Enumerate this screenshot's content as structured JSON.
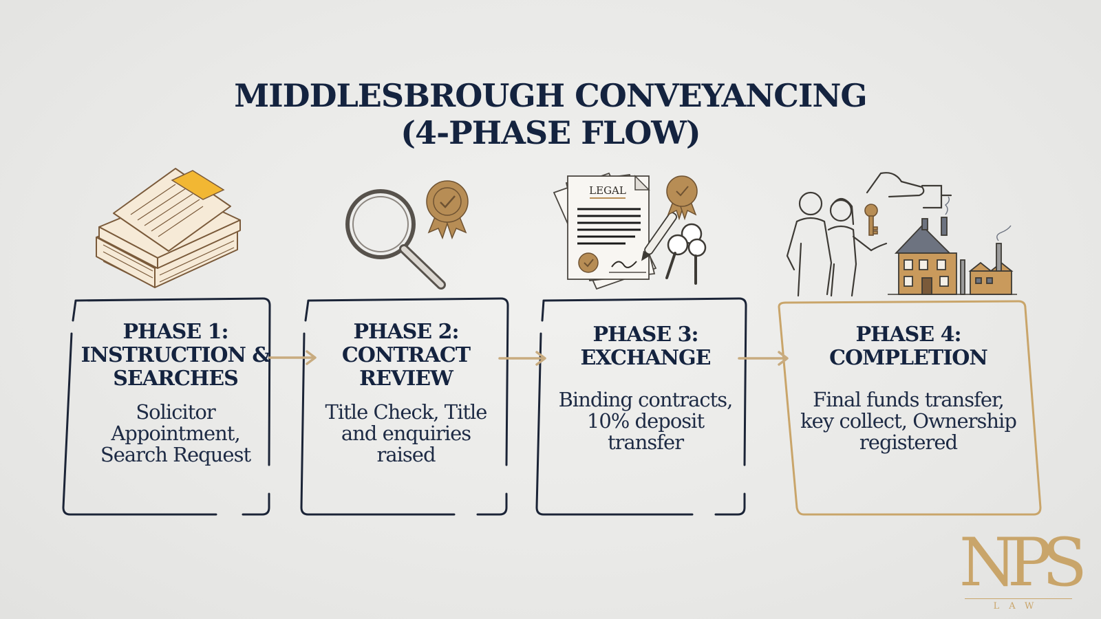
{
  "title": {
    "line1": "MIDDLESBROUGH CONVEYANCING",
    "line2": "(4-PHASE FLOW)"
  },
  "illustrations": {
    "documents_label": "LEGAL"
  },
  "phases": [
    {
      "head": [
        "PHASE 1:",
        "INSTRUCTION &",
        "SEARCHES"
      ],
      "body": [
        "Solicitor",
        "Appointment,",
        "Search Request"
      ]
    },
    {
      "head": [
        "PHASE 2:",
        "CONTRACT",
        "REVIEW"
      ],
      "body": [
        "Title Check, Title",
        "and enquiries",
        "raised"
      ]
    },
    {
      "head": [
        "PHASE 3:",
        "EXCHANGE"
      ],
      "body": [
        "Binding contracts,",
        "10% deposit",
        "transfer"
      ]
    },
    {
      "head": [
        "PHASE 4:",
        "COMPLETION"
      ],
      "body": [
        "Final funds transfer,",
        "key collect, Ownership",
        "registered"
      ]
    }
  ],
  "logo": {
    "mark": "NPS",
    "sub": "LAW"
  },
  "colors": {
    "navy": "#14233f",
    "gold": "#c9a56a",
    "arrow": "#c8ab7f",
    "background": "#ebebe9"
  }
}
